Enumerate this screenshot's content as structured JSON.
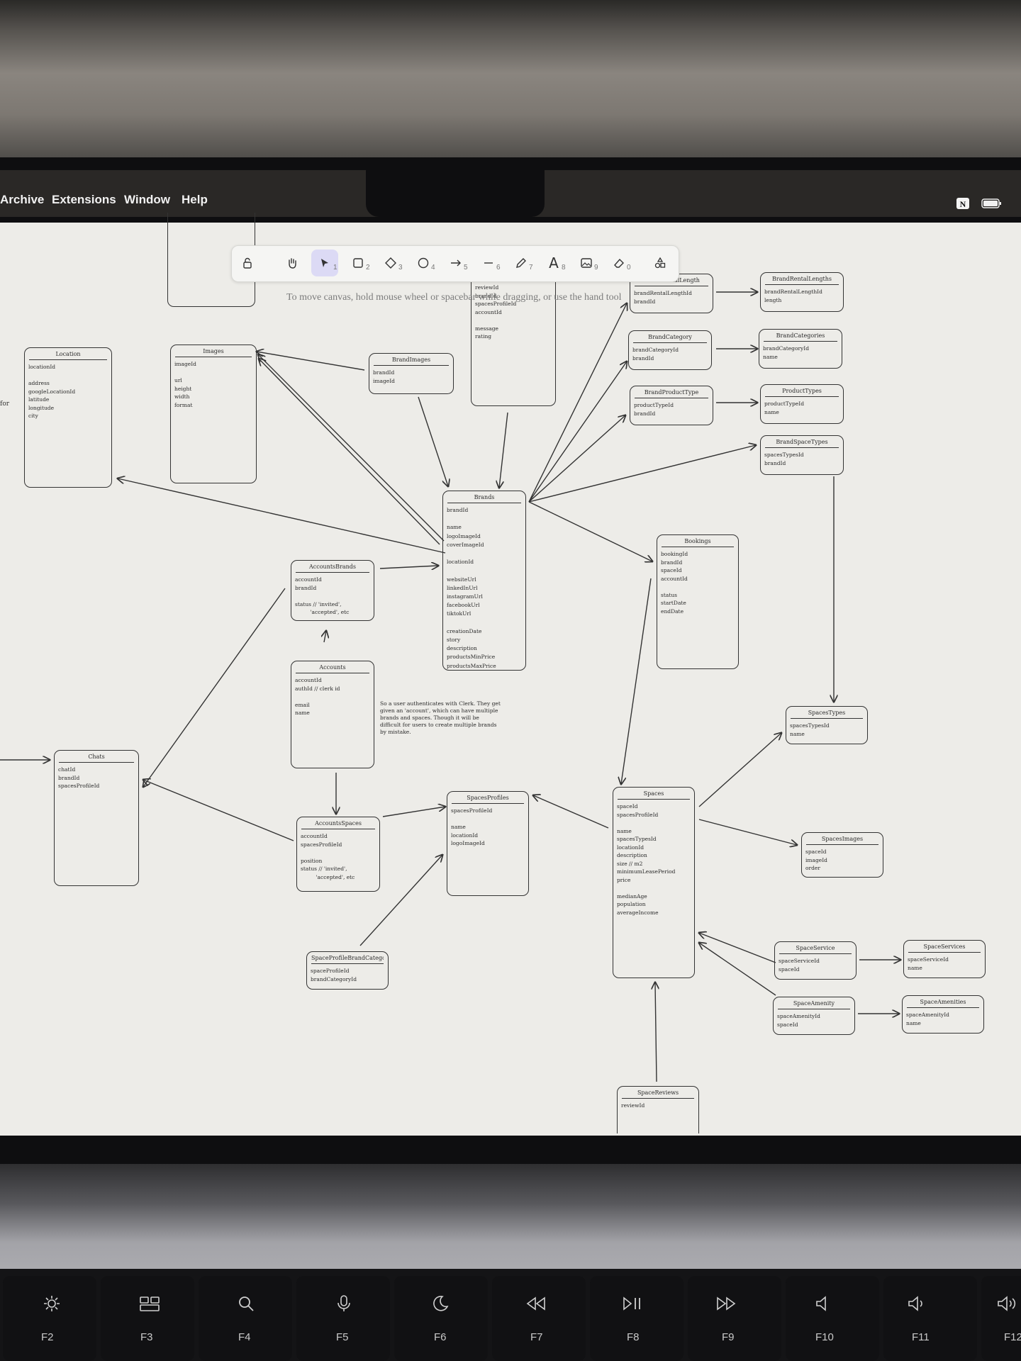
{
  "menubar": {
    "items": [
      "Archive",
      "Extensions",
      "Window",
      "Help"
    ]
  },
  "toolbar": {
    "tools": [
      {
        "name": "lock",
        "key": ""
      },
      {
        "name": "hand",
        "key": ""
      },
      {
        "name": "selection",
        "key": "1"
      },
      {
        "name": "rectangle",
        "key": "2"
      },
      {
        "name": "diamond",
        "key": "3"
      },
      {
        "name": "ellipse",
        "key": "4"
      },
      {
        "name": "arrow",
        "key": "5"
      },
      {
        "name": "line",
        "key": "6"
      },
      {
        "name": "draw",
        "key": "7"
      },
      {
        "name": "text",
        "key": "8"
      },
      {
        "name": "image",
        "key": "9"
      },
      {
        "name": "eraser",
        "key": "0"
      },
      {
        "name": "extra-tools",
        "key": ""
      }
    ],
    "text_glyph": "A",
    "hint": "To move canvas, hold mouse wheel or spacebar while dragging, or use the hand tool"
  },
  "diagram": {
    "edge_label": "for",
    "note": "So a user authenticates with Clerk. They get given an 'account', which can have multiple brands and spaces. Though it will be difficult for users to create multiple brands by mistake.",
    "entities": {
      "location": {
        "title": "Location",
        "fields": "locationId\n\naddress\ngoogleLocationId\nlatitude\nlongitude\ncity"
      },
      "images": {
        "title": "Images",
        "fields": "imageId\n\nurl\nheight\nwidth\nformat"
      },
      "brandimages": {
        "title": "BrandImages",
        "fields": "brandId\nimageId"
      },
      "reviews": {
        "title": "",
        "fields": "reviewId\nbrandId\nspacesProfileId\naccountId\n\nmessage\nrating"
      },
      "brandrentallength": {
        "title": "BrandRentalLength",
        "fields": "brandRentalLengthId\nbrandId"
      },
      "brandrentallengths": {
        "title": "BrandRentalLengths",
        "fields": "brandRentalLengthId\nlength"
      },
      "brandcategory": {
        "title": "BrandCategory",
        "fields": "brandCategoryId\nbrandId"
      },
      "brandcategories": {
        "title": "BrandCategories",
        "fields": "brandCategoryId\nname"
      },
      "brandproducttype": {
        "title": "BrandProductType",
        "fields": "productTypeId\nbrandId"
      },
      "producttypes": {
        "title": "ProductTypes",
        "fields": "productTypeId\nname"
      },
      "brandspacetypes": {
        "title": "BrandSpaceTypes",
        "fields": "spacesTypesId\nbrandId"
      },
      "brands": {
        "title": "Brands",
        "fields": "brandId\n\nname\nlogoImageId\ncoverImageId\n\nlocationId\n\nwebsiteUrl\nlinkedInUrl\ninstagramUrl\nfacebookUrl\ntiktokUrl\n\ncreationDate\nstory\ndescription\nproductsMinPrice\nproductsMaxPrice"
      },
      "accountsbrands": {
        "title": "AccountsBrands",
        "fields": "accountId\nbrandId\n\nstatus // 'invited',\n         'accepted', etc"
      },
      "bookings": {
        "title": "Bookings",
        "fields": "bookingId\nbrandId\nspaceId\naccountId\n\nstatus\nstartDate\nendDate"
      },
      "accounts": {
        "title": "Accounts",
        "fields": "accountId\nauthId // clerk id\n\nemail\nname"
      },
      "chats": {
        "title": "Chats",
        "fields": "chatId\nbrandId\nspacesProfileId"
      },
      "spacestypes": {
        "title": "SpacesTypes",
        "fields": "spacesTypesId\nname"
      },
      "accountsspaces": {
        "title": "AccountsSpaces",
        "fields": "accountId\nspacesProfileId\n\nposition\nstatus // 'invited',\n         'accepted', etc"
      },
      "spacesprofiles": {
        "title": "SpacesProfiles",
        "fields": "spacesProfileId\n\nname\nlocationId\nlogoImageId"
      },
      "spaces": {
        "title": "Spaces",
        "fields": "spaceId\nspacesProfileId\n\nname\nspacesTypesId\nlocationId\ndescription\nsize // m2\nminimumLeasePeriod\nprice\n\nmedianAge\npopulation\naverageIncome"
      },
      "spacesimages": {
        "title": "SpacesImages",
        "fields": "spaceId\nimageId\norder"
      },
      "spaceprofilebrandcategories": {
        "title": "SpaceProfileBrandCategories",
        "fields": "spaceProfileId\nbrandCategoryId"
      },
      "spaceservice": {
        "title": "SpaceService",
        "fields": "spaceServiceId\nspaceId"
      },
      "spaceservices": {
        "title": "SpaceServices",
        "fields": "spaceServiceId\nname"
      },
      "spaceamenity": {
        "title": "SpaceAmenity",
        "fields": "spaceAmenityId\nspaceId"
      },
      "spaceamenities": {
        "title": "SpaceAmenities",
        "fields": "spaceAmenityId\nname"
      },
      "spacereviews": {
        "title": "SpaceReviews",
        "fields": "reviewId"
      }
    }
  },
  "keyboard": {
    "keys": [
      {
        "label": "F2",
        "icon": "brightness-icon"
      },
      {
        "label": "F3",
        "icon": "mission-control-icon"
      },
      {
        "label": "F4",
        "icon": "search-icon"
      },
      {
        "label": "F5",
        "icon": "microphone-icon"
      },
      {
        "label": "F6",
        "icon": "moon-icon"
      },
      {
        "label": "F7",
        "icon": "rewind-icon"
      },
      {
        "label": "F8",
        "icon": "play-pause-icon"
      },
      {
        "label": "F9",
        "icon": "fast-forward-icon"
      },
      {
        "label": "F10",
        "icon": "mute-icon"
      },
      {
        "label": "F11",
        "icon": "volume-down-icon"
      },
      {
        "label": "F12",
        "icon": "volume-up-icon"
      }
    ]
  }
}
